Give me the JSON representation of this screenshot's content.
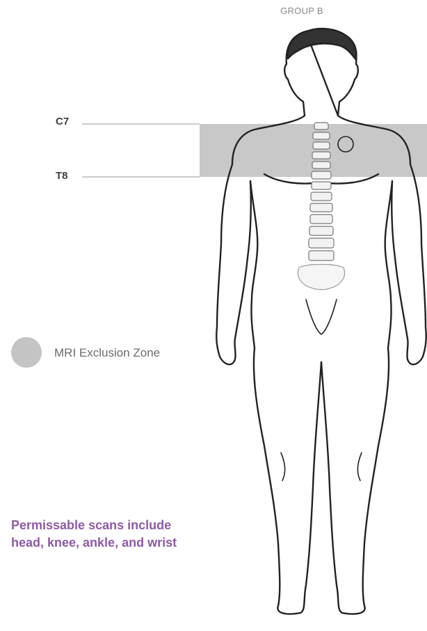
{
  "title": "GROUP B",
  "vertebra_top": "C7",
  "vertebra_bottom": "T8",
  "legend": {
    "swatch_color": "#c4c4c4",
    "label": "MRI Exclusion Zone"
  },
  "note": "Permissable scans include head, knee, ankle, and wrist",
  "colors": {
    "note_text": "#8e5aa6",
    "exclusion_zone": "#9a9a9a"
  }
}
